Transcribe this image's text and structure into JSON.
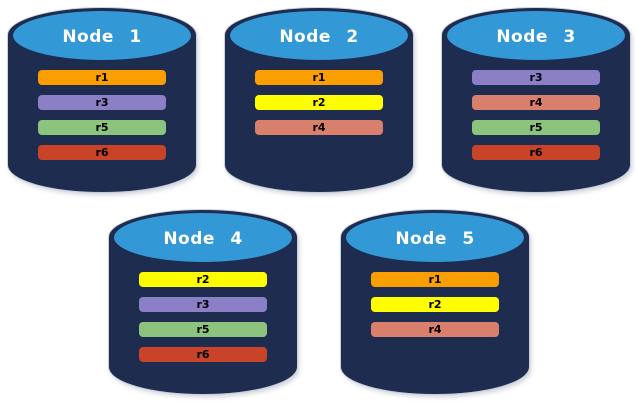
{
  "diagram": {
    "description": "Five database node cylinders showing replica placement",
    "colors": {
      "cylinder_body": "#1E2C50",
      "cylinder_top": "#3399D6",
      "title_text": "#FFFFFF",
      "bar_text": "#000000"
    },
    "replica_colors": {
      "r1": "#FB9E01",
      "r2": "#FEFE00",
      "r3": "#8B80C6",
      "r4": "#D8806C",
      "r5": "#8CC47E",
      "r6": "#C84327"
    }
  },
  "nodes": [
    {
      "title": "Node 1",
      "replicas": [
        {
          "label": "r1",
          "color": "#FB9E01"
        },
        {
          "label": "r3",
          "color": "#8B80C6"
        },
        {
          "label": "r5",
          "color": "#8CC47E"
        },
        {
          "label": "r6",
          "color": "#C84327"
        }
      ]
    },
    {
      "title": "Node 2",
      "replicas": [
        {
          "label": "r1",
          "color": "#FB9E01"
        },
        {
          "label": "r2",
          "color": "#FEFE00"
        },
        {
          "label": "r4",
          "color": "#D8806C"
        }
      ]
    },
    {
      "title": "Node 3",
      "replicas": [
        {
          "label": "r3",
          "color": "#8B80C6"
        },
        {
          "label": "r4",
          "color": "#D8806C"
        },
        {
          "label": "r5",
          "color": "#8CC47E"
        },
        {
          "label": "r6",
          "color": "#C84327"
        }
      ]
    },
    {
      "title": "Node 4",
      "replicas": [
        {
          "label": "r2",
          "color": "#FEFE00"
        },
        {
          "label": "r3",
          "color": "#8B80C6"
        },
        {
          "label": "r5",
          "color": "#8CC47E"
        },
        {
          "label": "r6",
          "color": "#C84327"
        }
      ]
    },
    {
      "title": "Node 5",
      "replicas": [
        {
          "label": "r1",
          "color": "#FB9E01"
        },
        {
          "label": "r2",
          "color": "#FEFE00"
        },
        {
          "label": "r4",
          "color": "#D8806C"
        }
      ]
    }
  ]
}
